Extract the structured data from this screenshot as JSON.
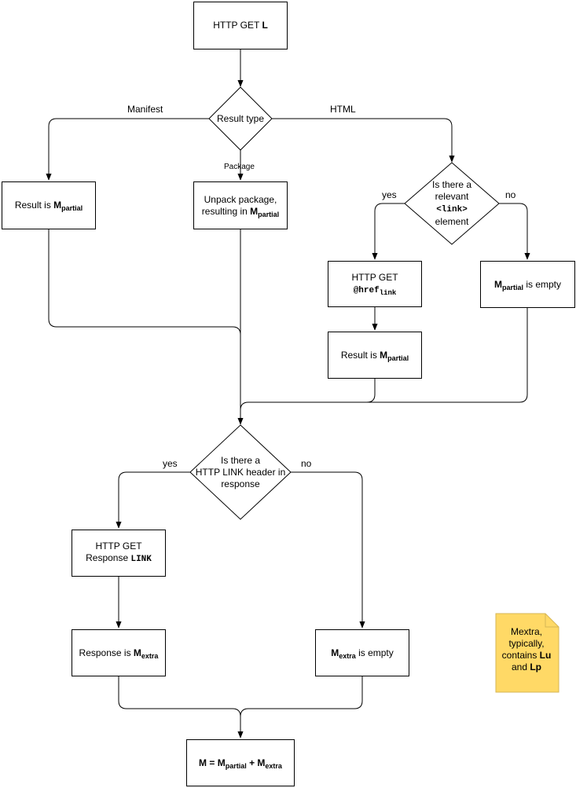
{
  "nodes": {
    "http_get_l": {
      "text": "HTTP GET ",
      "bold": "L"
    },
    "result_type": {
      "text": "Result type"
    },
    "result_left": {
      "text": "Result is ",
      "bold": "M",
      "sub": "partial"
    },
    "unpack": {
      "line1": "Unpack package,",
      "line2": "resulting in ",
      "bold": "M",
      "sub": "partial"
    },
    "relevant_link": {
      "line1": "Is there a",
      "line2": "relevant",
      "code": "<link>",
      "line4": "element"
    },
    "http_get_href": {
      "line1": "HTTP GET",
      "code": "@href",
      "sub": "link"
    },
    "result_middle": {
      "text": "Result is ",
      "bold": "M",
      "sub": "partial"
    },
    "mpartial_empty": {
      "bold": "M",
      "sub": "partial",
      "text": " is empty"
    },
    "link_header": {
      "line1": "Is there a",
      "line2": "HTTP LINK header in",
      "line3": "response"
    },
    "http_get_response_link": {
      "line1": "HTTP GET",
      "line2": "Response ",
      "code": "LINK"
    },
    "response_mextra": {
      "text": "Response is ",
      "bold": "M",
      "sub": "extra"
    },
    "mextra_empty": {
      "bold": "M",
      "sub": "extra",
      "text": " is empty"
    },
    "final": {
      "bold1": "M = M",
      "sub1": "partial",
      "plus": " + ",
      "bold2": "M",
      "sub2": "extra"
    }
  },
  "edge_labels": {
    "manifest": "Manifest",
    "html": "HTML",
    "package": "Package",
    "yes_link": "yes",
    "no_link": "no",
    "yes_header": "yes",
    "no_header": "no"
  },
  "note": {
    "line1": "Mextra,",
    "line2": "typically,",
    "line3": "contains ",
    "bold1": "Lu",
    "line4": "and ",
    "bold2": "Lp"
  },
  "colors": {
    "line": "#000000",
    "note_fill": "#FFD966",
    "note_stroke": "#D6B656"
  }
}
